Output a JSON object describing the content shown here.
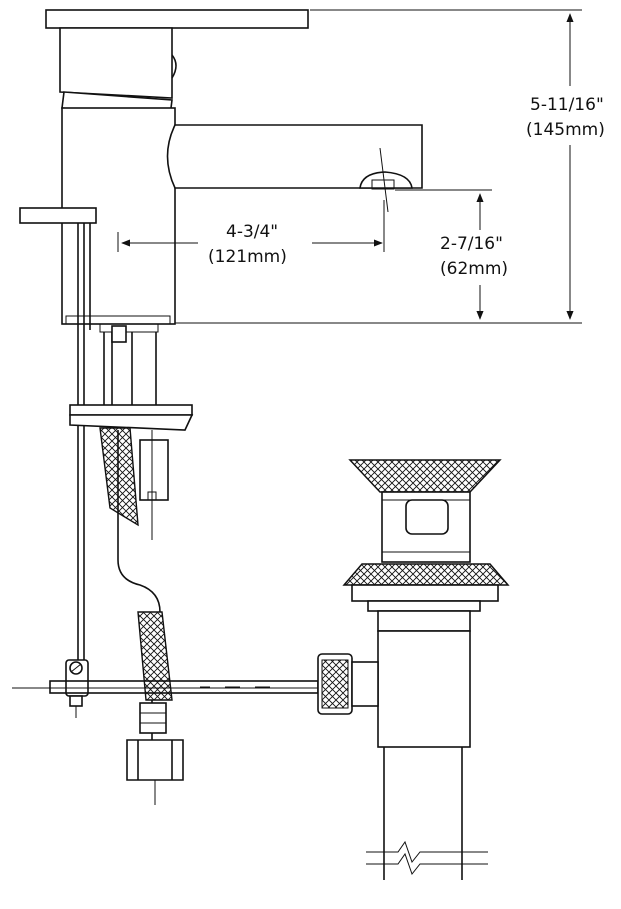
{
  "dimensions": {
    "height": {
      "imperial": "5-11/16\"",
      "metric": "(145mm)"
    },
    "reach": {
      "imperial": "4-3/4\"",
      "metric": "(121mm)"
    },
    "spout_clearance": {
      "imperial": "2-7/16\"",
      "metric": "(62mm)"
    }
  },
  "colors": {
    "line": "#111111",
    "background": "#ffffff"
  }
}
